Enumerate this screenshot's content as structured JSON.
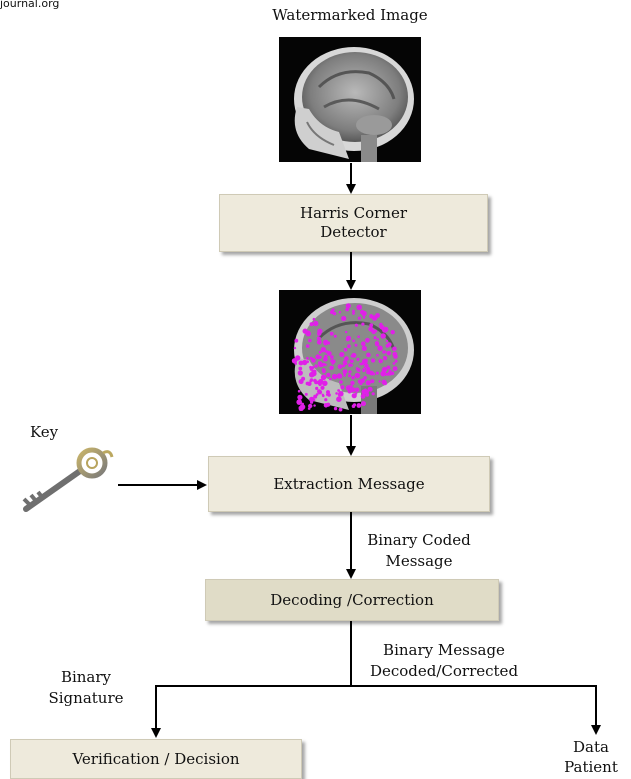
{
  "header": {
    "site_fragment": "journal.org"
  },
  "top_image_label": "Watermarked Image",
  "steps": {
    "harris_line1": "Harris Corner",
    "harris_line2": "Detector",
    "extraction": "Extraction Message",
    "decoding": "Decoding /Correction",
    "verification": "Verification / Decision"
  },
  "labels": {
    "key": "Key",
    "binary_coded_line1": "Binary Coded",
    "binary_coded_line2": "Message",
    "binary_message_line1": "Binary Message",
    "binary_message_line2": "Decoded/Corrected",
    "binary_signature_line1": "Binary",
    "binary_signature_line2": "Signature",
    "data_patient_line1": "Data",
    "data_patient_line2": "Patient"
  },
  "colors": {
    "box_fill": "#eeeadc",
    "box_fill_dark": "#e0dcc7",
    "arrow": "#000000",
    "corner_points": "#e020e8"
  },
  "icons": {
    "mri_original": "mri-brain-sagittal",
    "mri_corners": "mri-brain-with-harris-points",
    "key": "key-icon"
  }
}
